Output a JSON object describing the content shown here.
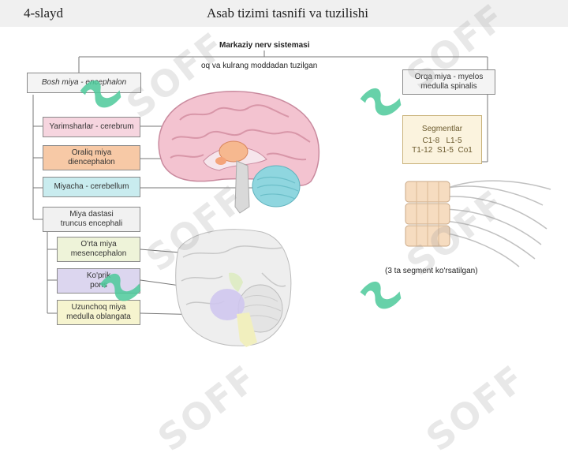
{
  "slide": {
    "number": "4-slayd",
    "title": "Asab tizimi tasnifi va tuzilishi"
  },
  "diagram": {
    "root": "Markaziy nerv sistemasi",
    "root_sub": "oq va kulrang moddadan tuzilgan",
    "brain": "Bosh miya - encephalon",
    "hemispheres": "Yarimsharlar - cerebrum",
    "diencephalon_1": "Oraliq miya",
    "diencephalon_2": "diencephalon",
    "cerebellum": "Miyacha - cerebellum",
    "brainstem_1": "Miya dastasi",
    "brainstem_2": "truncus encephali",
    "midbrain_1": "O'rta miya",
    "midbrain_2": "mesencephalon",
    "pons_1": "Ko'prik",
    "pons_2": "pons",
    "medulla_1": "Uzunchoq miya",
    "medulla_2": "medulla oblangata",
    "spinal_1": "Orqa miya - myelos",
    "spinal_2": "medulla spinalis",
    "segments_title": "Segmentlar",
    "segments_row1": "C1-8   L1-5",
    "segments_row2": "T1-12  S1-5  Co1",
    "segment_note": "(3 ta segment ko'rsatilgan)"
  },
  "watermark": "SOFF",
  "colors": {
    "hemispheres": "#f6d5df",
    "diencephalon": "#f7c9a6",
    "cerebellum": "#c9ecef",
    "brainstem": "#f1f1f1",
    "midbrain": "#eef3d9",
    "pons": "#dcd6ef",
    "medulla": "#f6f4cf",
    "segments": "#fbf3de",
    "watermark_mark": "#4cc99a"
  }
}
